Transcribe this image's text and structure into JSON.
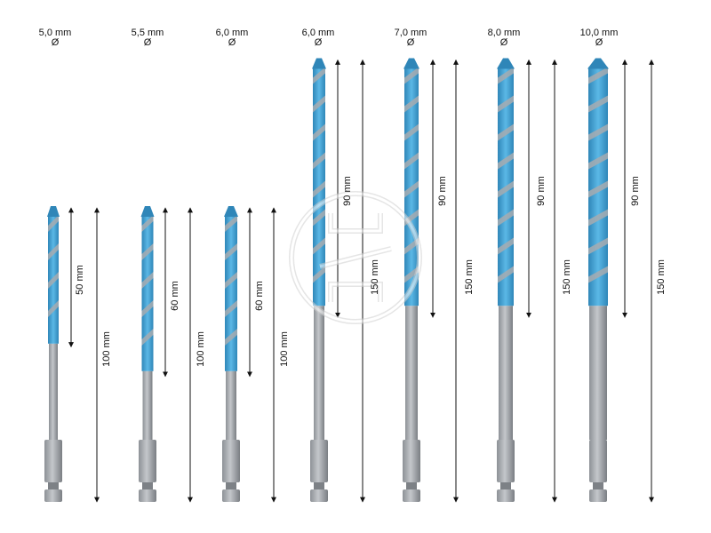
{
  "diameter_symbol": "Ø",
  "colors": {
    "flute": "#4aa8d8",
    "flute_dark": "#2f86b8",
    "shank": "#a7abb0",
    "shank_dark": "#7d8186",
    "arrow": "#111111",
    "watermark": "#c9c9c9"
  },
  "bits": [
    {
      "diameter": "5,0 mm",
      "working_length": "50 mm",
      "total_length": "100 mm"
    },
    {
      "diameter": "5,5 mm",
      "working_length": "60 mm",
      "total_length": "100 mm"
    },
    {
      "diameter": "6,0 mm",
      "working_length": "60 mm",
      "total_length": "100 mm"
    },
    {
      "diameter": "6,0 mm",
      "working_length": "90 mm",
      "total_length": "150 mm"
    },
    {
      "diameter": "7,0 mm",
      "working_length": "90 mm",
      "total_length": "150 mm"
    },
    {
      "diameter": "8,0 mm",
      "working_length": "90 mm",
      "total_length": "150 mm"
    },
    {
      "diameter": "10,0 mm",
      "working_length": "90 mm",
      "total_length": "150 mm"
    }
  ]
}
